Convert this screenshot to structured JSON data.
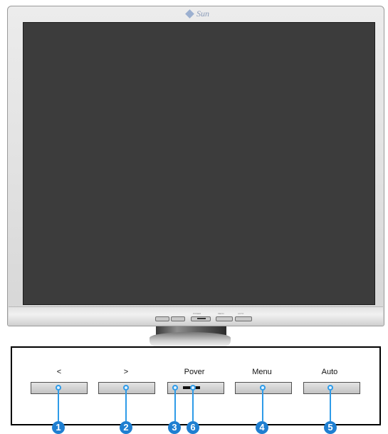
{
  "brand": {
    "name": "Sun"
  },
  "mini_buttons": {
    "labels": [
      "POWER",
      "MENU",
      "AUTO"
    ]
  },
  "controls": [
    {
      "label": "<",
      "callout": "1"
    },
    {
      "label": ">",
      "callout": "2"
    },
    {
      "label": "Pover",
      "callouts": [
        "3",
        "6"
      ]
    },
    {
      "label": "Menu",
      "callout": "4"
    },
    {
      "label": "Auto",
      "callout": "5"
    }
  ],
  "colors": {
    "screen": "#3c3c3c",
    "bezel": "#e2e2e2",
    "callout": "#1f7fd1",
    "led": "#2e9be8"
  }
}
